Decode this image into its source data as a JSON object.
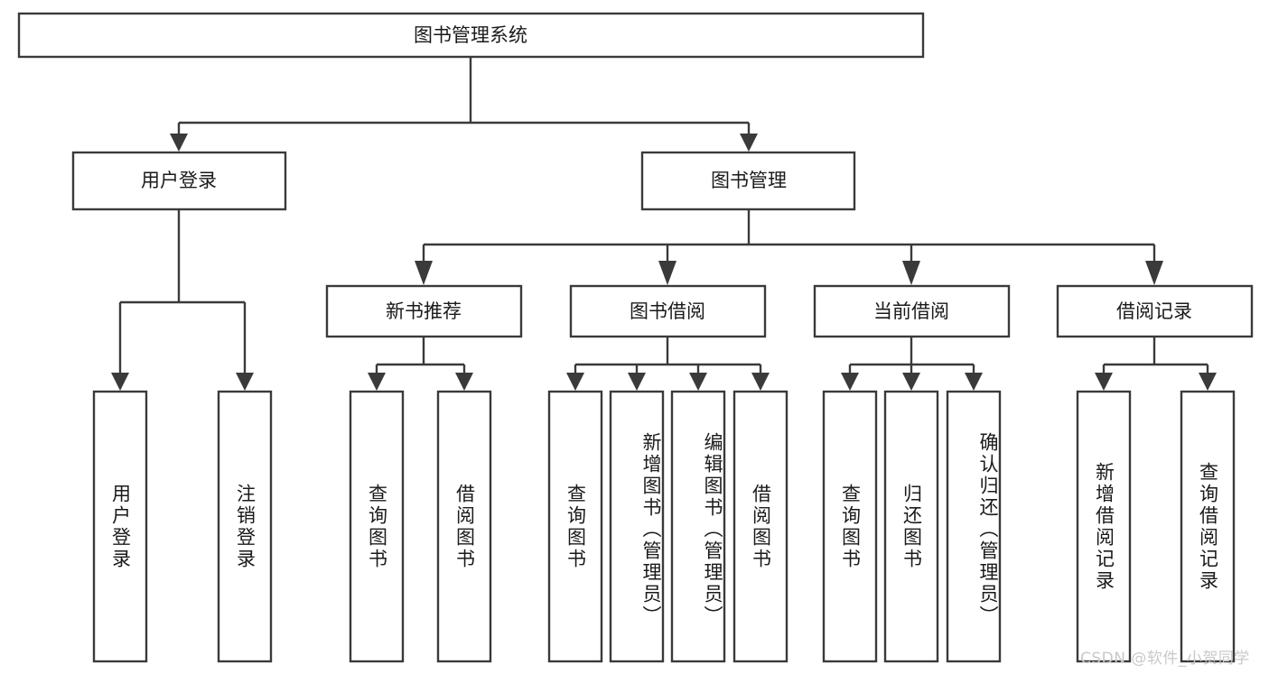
{
  "diagram": {
    "title": "图书管理系统",
    "type": "tree",
    "watermark": "CSDN @软件_小贺同学",
    "colors": {
      "stroke": "#3a3a3a",
      "fill": "#ffffff",
      "text": "#1a1a1a",
      "watermark": "#c9c9c9",
      "background": "#ffffff"
    },
    "root": {
      "label": "图书管理系统"
    },
    "level2": [
      {
        "label": "用户登录"
      },
      {
        "label": "图书管理"
      }
    ],
    "level3": [
      {
        "label": "新书推荐"
      },
      {
        "label": "图书借阅"
      },
      {
        "label": "当前借阅"
      },
      {
        "label": "借阅记录"
      }
    ],
    "leaves": {
      "user_login": [
        {
          "label": "用户登录"
        },
        {
          "label": "注销登录"
        }
      ],
      "new_book": [
        {
          "label": "查询图书"
        },
        {
          "label": "借阅图书"
        }
      ],
      "book_borrow": [
        {
          "label": "查询图书"
        },
        {
          "label": "新增图书（管理员）"
        },
        {
          "label": "编辑图书（管理员）"
        },
        {
          "label": "借阅图书"
        }
      ],
      "current_borrow": [
        {
          "label": "查询图书"
        },
        {
          "label": "归还图书"
        },
        {
          "label": "确认归还（管理员）"
        }
      ],
      "borrow_record": [
        {
          "label": "新增借阅记录"
        },
        {
          "label": "查询借阅记录"
        }
      ]
    }
  }
}
